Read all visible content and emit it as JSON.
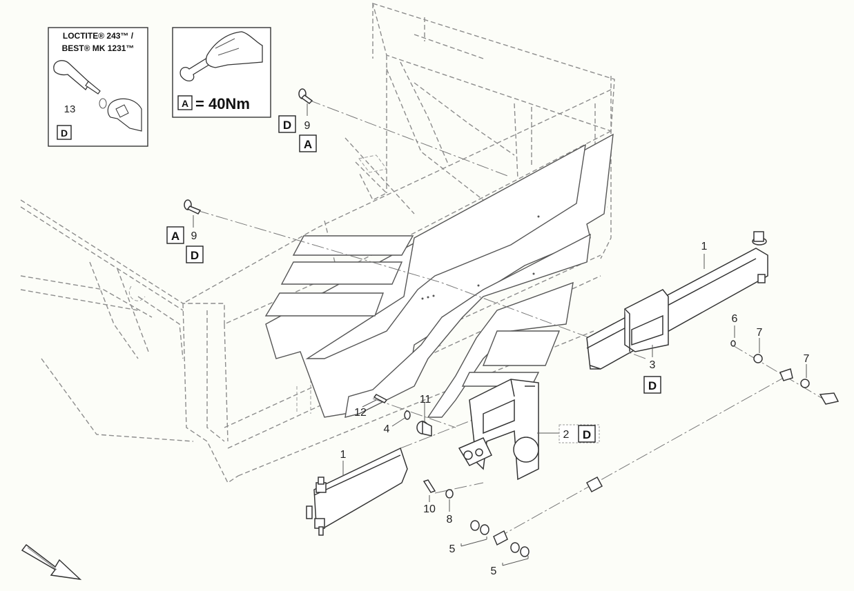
{
  "loctite_panel": {
    "line1": "LOCTITE® 243™ /",
    "line2": "BEST® MK 1231™",
    "item_number": "13",
    "tag": "D"
  },
  "torque_panel": {
    "tag": "A",
    "value": "= 40Nm"
  },
  "callouts": {
    "item_9_top": "9",
    "item_9_top_tag_1": "D",
    "item_9_top_tag_2": "A",
    "item_9_left": "9",
    "item_9_left_tag_1": "A",
    "item_9_left_tag_2": "D",
    "item_1_right": "1",
    "item_3": "3",
    "item_3_tag": "D",
    "item_6": "6",
    "item_7_a": "7",
    "item_7_b": "7",
    "item_11": "11",
    "item_12": "12",
    "item_4": "4",
    "item_2": "2",
    "item_2_tag": "D",
    "item_1_left": "1",
    "item_10": "10",
    "item_8": "8",
    "item_5_a": "5",
    "item_5_b": "5"
  },
  "icons": {
    "adhesive": "adhesive-bottle-icon",
    "wrench": "torque-wrench-icon",
    "direction": "direction-arrow-icon"
  }
}
